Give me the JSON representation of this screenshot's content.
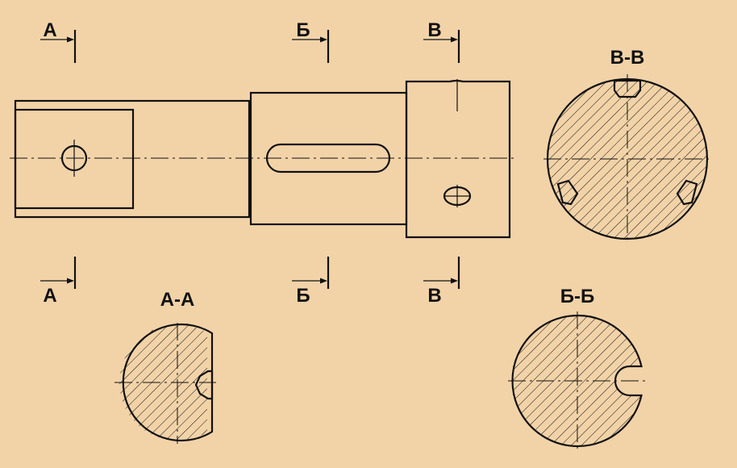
{
  "background_color": "#f2d3a8",
  "line_color": "#111111",
  "cut_labels": {
    "a_top": "А",
    "b_top": "Б",
    "v_top": "В",
    "a_bottom": "А",
    "b_bottom": "Б",
    "v_bottom": "В"
  },
  "section_titles": {
    "vv": "В-В",
    "aa": "А-А",
    "bb": "Б-Б"
  }
}
